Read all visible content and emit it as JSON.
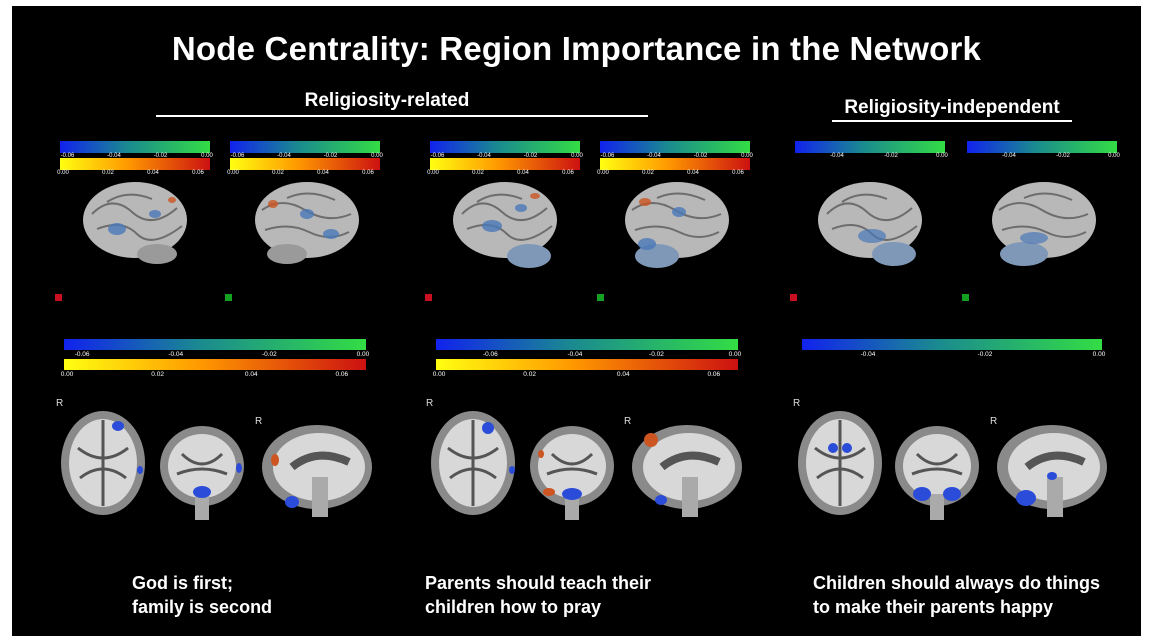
{
  "title": "Node Centrality: Region Importance in the Network",
  "groups": {
    "related": {
      "label": "Religiosity-related"
    },
    "independent": {
      "label": "Religiosity-independent"
    }
  },
  "colorbars": {
    "negative_ticks": [
      "-0.06",
      "-0.04",
      "-0.02",
      "0.00"
    ],
    "negative_ticks_short": [
      "-0.04",
      "-0.02",
      "0.00"
    ],
    "positive_ticks": [
      "0.00",
      "0.02",
      "0.04",
      "0.06"
    ]
  },
  "orientation_label": "R",
  "captions": {
    "c1": {
      "line1": "God is first;",
      "line2": "family is second"
    },
    "c2": {
      "line1": "Parents should teach their",
      "line2": "children how to pray"
    },
    "c3": {
      "line1": "Children should always do things",
      "line2": "to make their parents happy"
    }
  },
  "colors": {
    "background": "#000000",
    "text": "#ffffff",
    "negative_low": "#1122ee",
    "negative_high": "#33dd44",
    "positive_low": "#ffff11",
    "positive_high": "#cc1111",
    "marker_red": "#c81020",
    "marker_green": "#14a020"
  },
  "icons": {
    "brain_surface": "brain-surface-render",
    "brain_slice": "brain-slice-render"
  }
}
